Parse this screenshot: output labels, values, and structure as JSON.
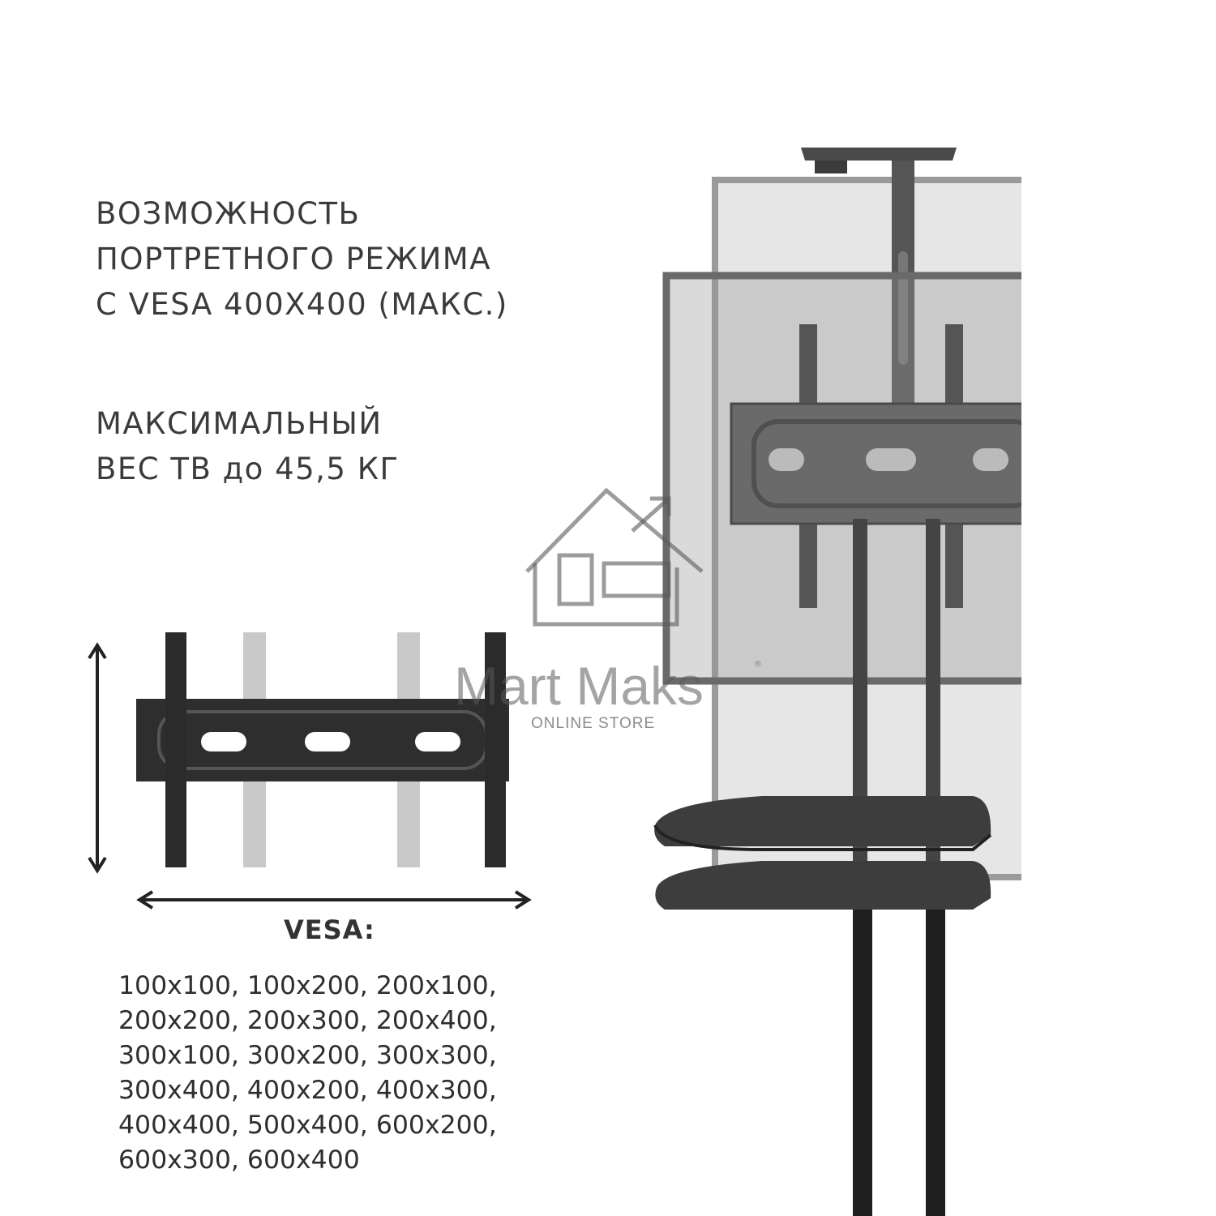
{
  "feature_portrait": {
    "line1": "ВОЗМОЖНОСТЬ",
    "line2": "ПОРТРЕТНОГО РЕЖИМА",
    "line3": "С VESA 400X400 (МАКС.)"
  },
  "feature_weight": {
    "line1": "МАКСИМАЛЬНЫЙ",
    "line2": "ВЕС ТВ до 45,5 КГ"
  },
  "vesa": {
    "title": "VESA:",
    "lines": [
      "100x100, 100x200, 200x100,",
      "200x200, 200x300, 200x400,",
      "300x100, 300x200, 300x300,",
      "300x400, 400x200, 400x300,",
      "400x400, 500x400, 600x200,",
      "600x300, 600x400"
    ]
  },
  "watermark": {
    "brand": "Mart Maks",
    "registered": "®",
    "tagline": "ONLINE STORE"
  },
  "icons": {
    "product": "tv-stand-icon",
    "bracket": "vesa-bracket-icon",
    "logo": "house-logo-icon"
  }
}
